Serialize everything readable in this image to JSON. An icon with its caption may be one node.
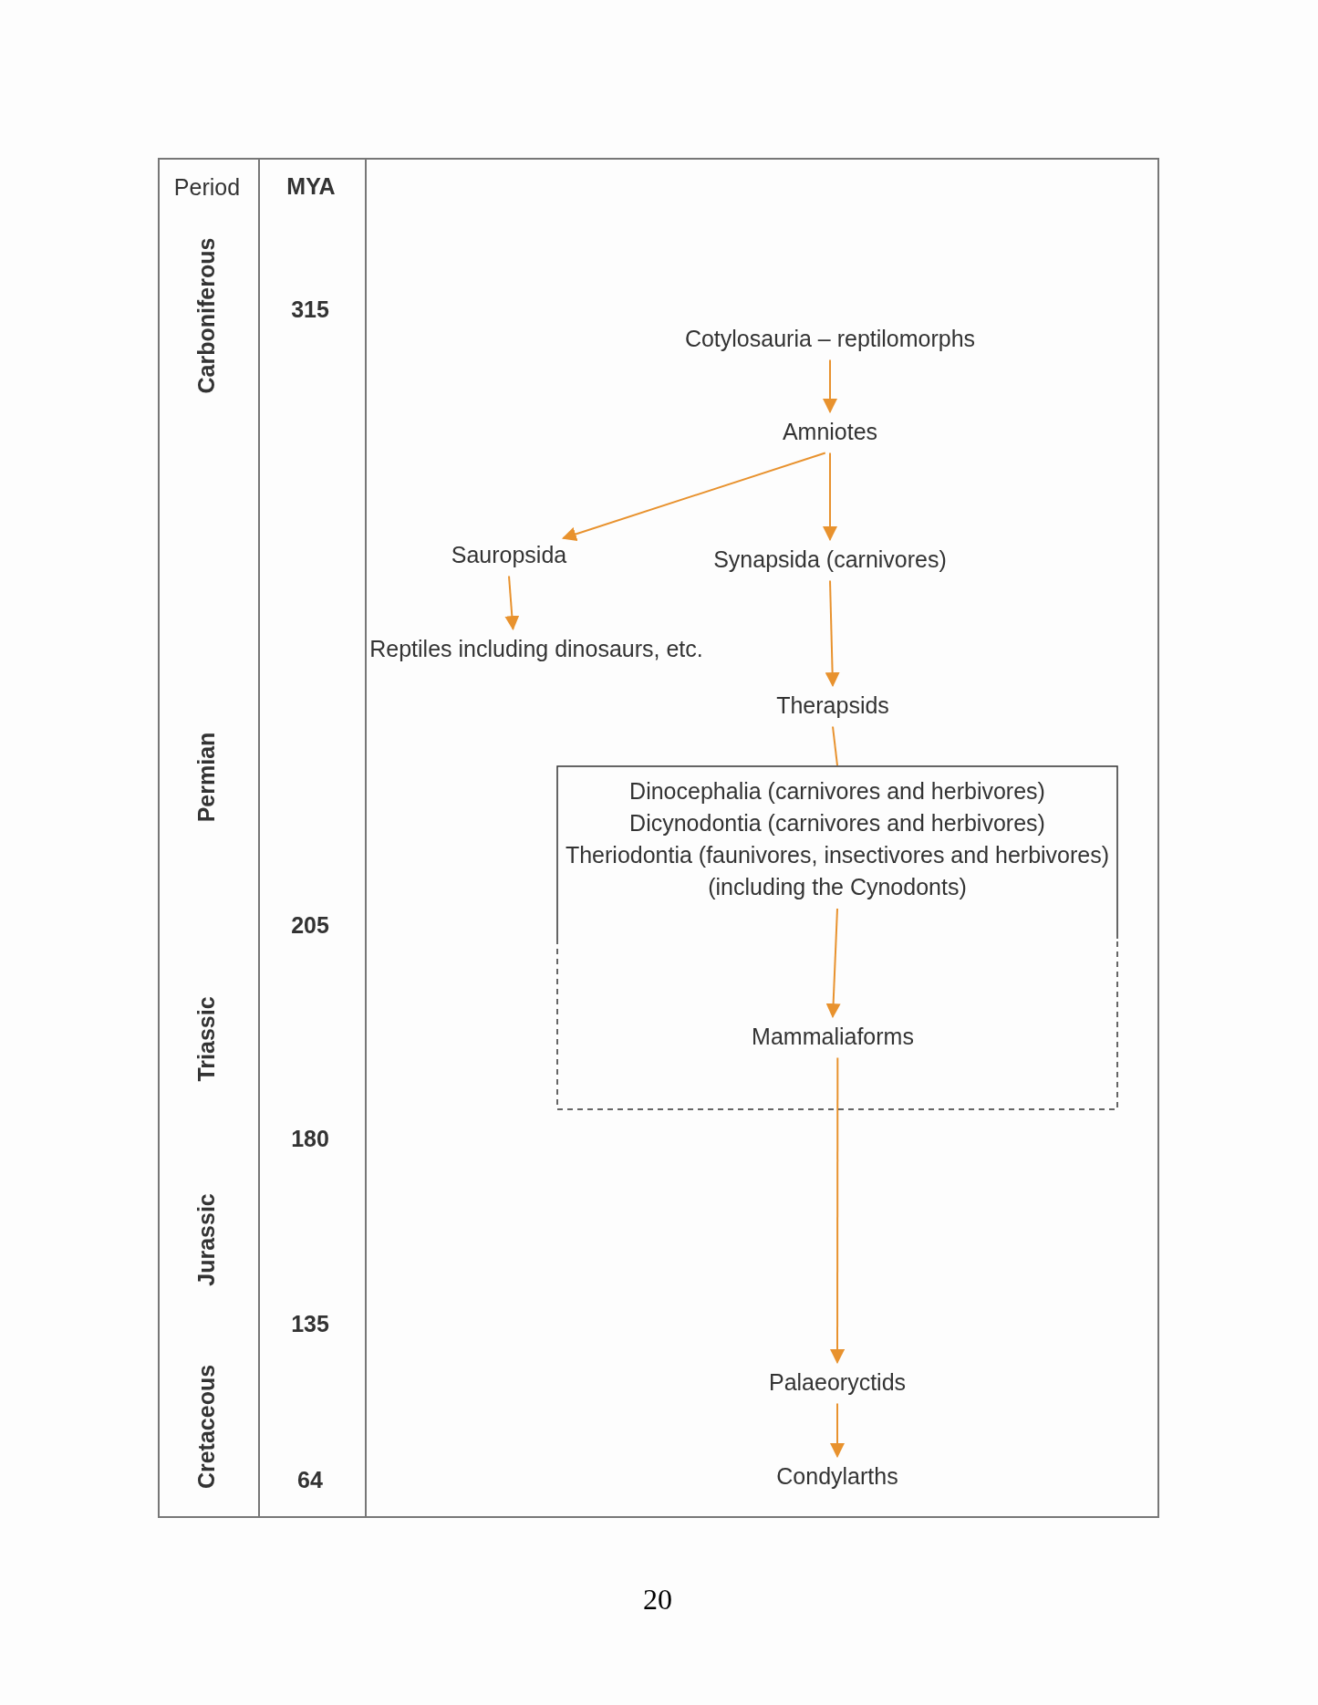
{
  "diagram": {
    "nodes": [
      {
        "text": [
          "Cotylosauria – reptilomorphs"
        ]
      },
      {
        "text": [
          "Amniotes"
        ]
      },
      {
        "text": [
          "Sauropsida"
        ]
      },
      {
        "text": [
          "Synapsida (carnivores)"
        ]
      },
      {
        "text": [
          "Reptiles including dinosaurs, etc."
        ]
      },
      {
        "text": [
          "Therapsids"
        ]
      },
      {
        "text": [],
        "shape": "box"
      },
      {
        "text": [
          "Dinocephalia (carnivores and herbivores)",
          "Dicynodontia (carnivores and herbivores)",
          "Theriodontia (faunivores, insectivores and herbivores)",
          "(including the Cynodonts)"
        ],
        "in": 6
      },
      {
        "text": [
          "Mammaliaforms"
        ],
        "in": 6
      },
      {
        "text": [
          "Palaeoryctids"
        ]
      },
      {
        "text": [
          "Condylarths"
        ]
      }
    ],
    "edges": [
      {
        "from": 0,
        "to": 1,
        "arrow": "to"
      },
      {
        "from": 1,
        "to": 2,
        "arrow": "to"
      },
      {
        "from": 1,
        "to": 3,
        "arrow": "to"
      },
      {
        "from": 2,
        "to": 4,
        "arrow": "to"
      },
      {
        "from": 3,
        "to": 5,
        "arrow": "to"
      },
      {
        "from": 5,
        "to": 6,
        "arrow": "none"
      },
      {
        "from": 7,
        "to": 8,
        "arrow": "to"
      },
      {
        "from": 8,
        "to": 9,
        "arrow": "to"
      },
      {
        "from": 9,
        "to": 10,
        "arrow": "to"
      }
    ],
    "labels": [
      "Period",
      "MYA",
      "Carboniferous",
      "315",
      "Permian",
      "205",
      "Triassic",
      "180",
      "Jurassic",
      "135",
      "Cretaceous",
      "64",
      "20"
    ]
  }
}
